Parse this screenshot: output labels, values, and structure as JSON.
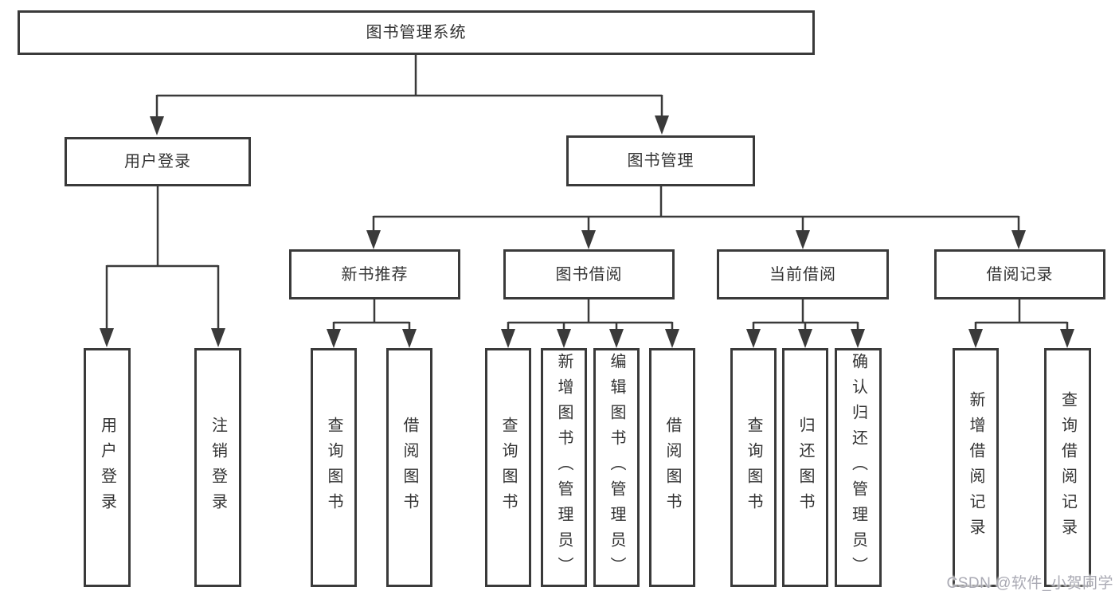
{
  "tree": {
    "root": {
      "label": "图书管理系统"
    },
    "children": [
      {
        "label": "用户登录",
        "children": [
          {
            "label": "用户登录"
          },
          {
            "label": "注销登录"
          }
        ]
      },
      {
        "label": "图书管理",
        "children": [
          {
            "label": "新书推荐",
            "children": [
              {
                "label": "查询图书"
              },
              {
                "label": "借阅图书"
              }
            ]
          },
          {
            "label": "图书借阅",
            "children": [
              {
                "label": "查询图书"
              },
              {
                "label": "新增图书（管理员）"
              },
              {
                "label": "编辑图书（管理员）"
              },
              {
                "label": "借阅图书"
              }
            ]
          },
          {
            "label": "当前借阅",
            "children": [
              {
                "label": "查询图书"
              },
              {
                "label": "归还图书"
              },
              {
                "label": "确认归还（管理员）"
              }
            ]
          },
          {
            "label": "借阅记录",
            "children": [
              {
                "label": "新增借阅记录"
              },
              {
                "label": "查询借阅记录"
              }
            ]
          }
        ]
      }
    ]
  },
  "watermark": {
    "text": "CSDN @软件_小贺同学"
  },
  "colors": {
    "line": "#3a3a3a",
    "text": "#333333",
    "background": "#ffffff",
    "watermark": "#a9a9b3"
  }
}
